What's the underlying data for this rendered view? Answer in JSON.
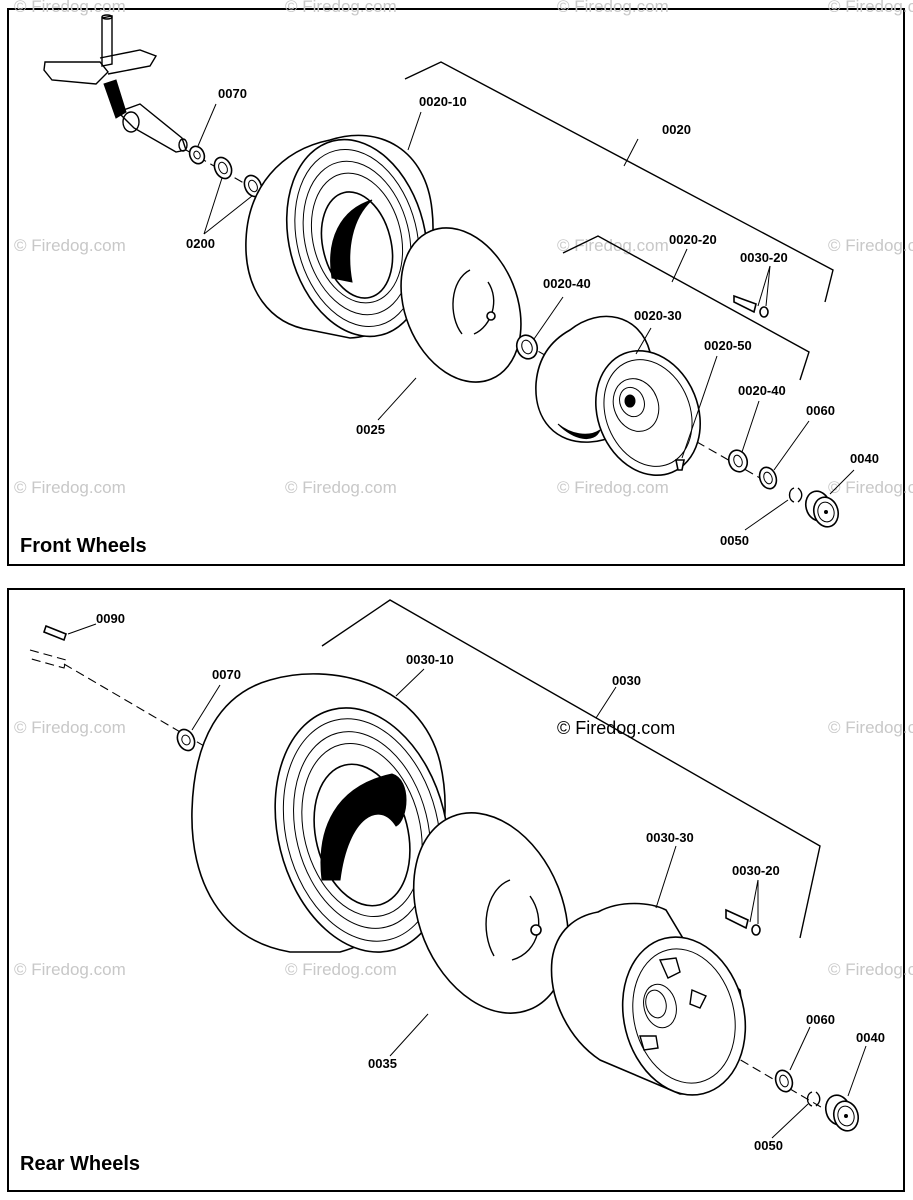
{
  "watermark": "© Firedog.com",
  "front": {
    "title": "Front Wheels",
    "labels": {
      "p0070": "0070",
      "p0020_10": "0020-10",
      "p0020": "0020",
      "p0200": "0200",
      "p0020_20": "0020-20",
      "p0030_20": "0030-20",
      "p0020_40a": "0020-40",
      "p0020_30": "0020-30",
      "p0020_50": "0020-50",
      "p0020_40b": "0020-40",
      "p0060": "0060",
      "p0025": "0025",
      "p0040": "0040",
      "p0050": "0050"
    }
  },
  "rear": {
    "title": "Rear Wheels",
    "labels": {
      "p0090": "0090",
      "p0070": "0070",
      "p0030_10": "0030-10",
      "p0030": "0030",
      "p0030_30": "0030-30",
      "p0030_20": "0030-20",
      "p0060": "0060",
      "p0040": "0040",
      "p0035": "0035",
      "p0050": "0050"
    }
  }
}
